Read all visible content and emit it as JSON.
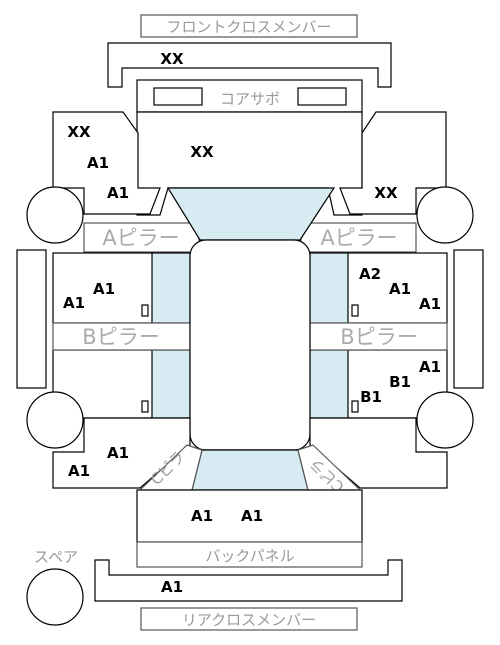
{
  "labels": {
    "front_cross_member": "フロントクロスメンバー",
    "core_support": "コアサポ",
    "a_pillar_left": "Aピラー",
    "a_pillar_right": "Aピラー",
    "b_pillar_left": "Bピラー",
    "b_pillar_right": "Bピラー",
    "back_panel": "バックパネル",
    "rear_cross_member": "リアクロスメンバー",
    "spare": "スペア",
    "c_pillar_left": "Cピラ",
    "c_pillar_right": "Cピラ"
  },
  "grades": {
    "front_cross_member": "XX",
    "core_support": "XX",
    "front_left_upper": "XX",
    "front_left_mid": "A1",
    "front_left_low": "A1",
    "front_right": "XX",
    "left_front_door_a": "A1",
    "left_front_door_b": "A1",
    "right_front_door_a": "A2",
    "right_front_door_b": "A1",
    "right_front_door_c": "A1",
    "right_rear_door_a": "A1",
    "right_rear_door_b": "B1",
    "right_rear_door_c": "B1",
    "rear_left_a": "A1",
    "rear_left_b": "A1",
    "trunk_a": "A1",
    "trunk_b": "A1",
    "rear_cross_member": "A1"
  }
}
